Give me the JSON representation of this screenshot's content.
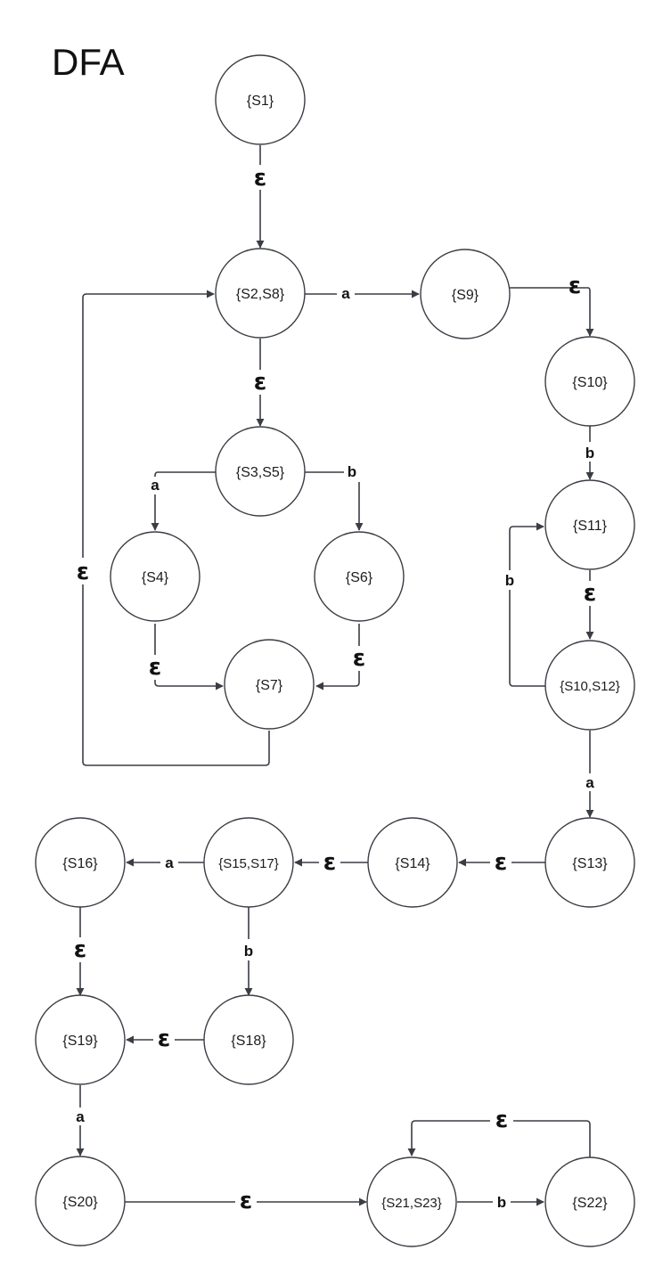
{
  "title": "DFA",
  "states": {
    "S1": "{S1}",
    "S2_S8": "{S2,S8}",
    "S9": "{S9}",
    "S10": "{S10}",
    "S3_S5": "{S3,S5}",
    "S11": "{S11}",
    "S4": "{S4}",
    "S6": "{S6}",
    "S7": "{S7}",
    "S10_S12": "{S10,S12}",
    "S16": "{S16}",
    "S15_S17": "{S15,S17}",
    "S14": "{S14}",
    "S13": "{S13}",
    "S19": "{S19}",
    "S18": "{S18}",
    "S20": "{S20}",
    "S21_S23": "{S21,S23}",
    "S22": "{S22}"
  },
  "symbols": {
    "epsilon": "ε",
    "a": "a",
    "b": "b"
  },
  "colors": {
    "line": "#3a3d44",
    "text": "#111111",
    "background": "#ffffff"
  }
}
